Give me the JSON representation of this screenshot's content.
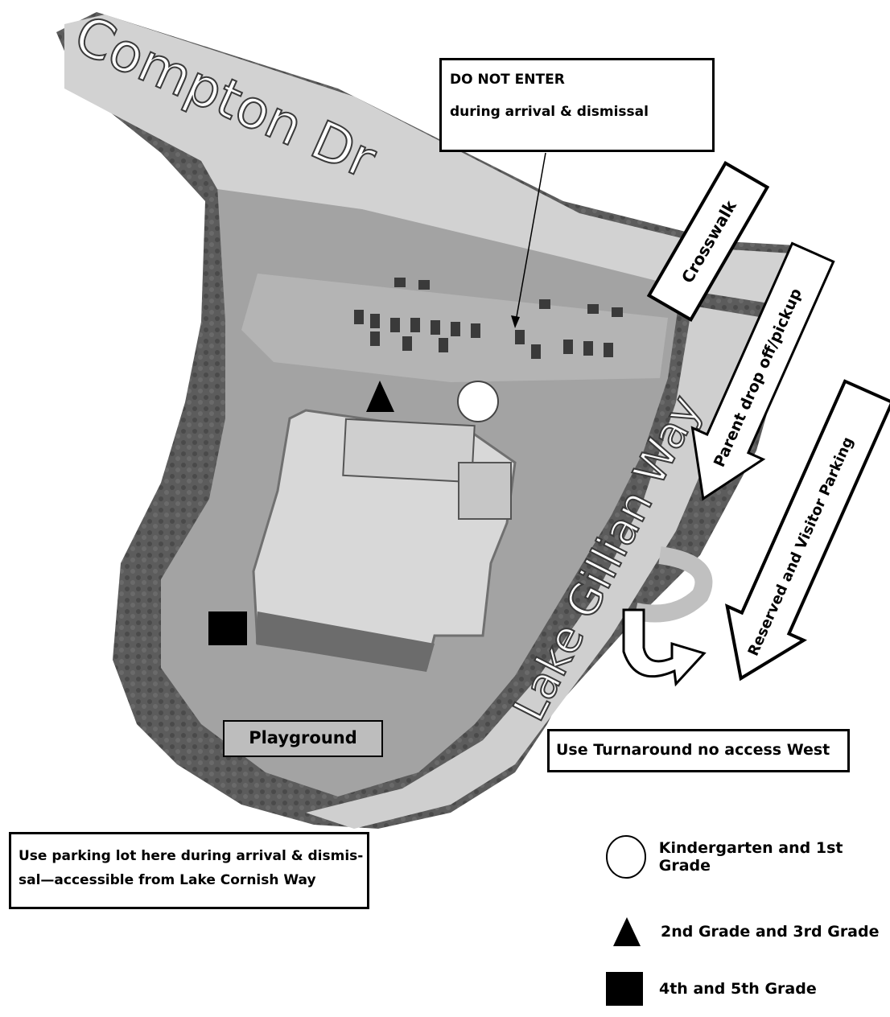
{
  "map": {
    "streets": {
      "compton": "Compton Dr",
      "lake_gillian": "Lake Gillian Way"
    },
    "callouts": {
      "do_not_enter_line1": "DO NOT ENTER",
      "do_not_enter_line2": "during arrival & dismissal",
      "crosswalk": "Crosswalk",
      "parent_dropoff": "Parent drop off/pickup",
      "reserved_parking": "Reserved and Visitor Parking",
      "turnaround": "Use Turnaround no access West",
      "playground": "Playground",
      "parking_lot_note_line1": "Use parking lot here during arrival & dismis-",
      "parking_lot_note_line2": "sal—accessible from Lake Cornish Way"
    },
    "legend": [
      {
        "symbol": "circle",
        "label": "Kindergarten and 1st Grade"
      },
      {
        "symbol": "triangle",
        "label": "2nd Grade and 3rd Grade"
      },
      {
        "symbol": "square",
        "label": "4th and 5th Grade"
      }
    ]
  },
  "colors": {
    "aerial_ground": "#9a9a9a",
    "road": "#c8c8c8",
    "building_roof": "#d6d6d6",
    "vegetation": "#555555",
    "ink": "#000000"
  }
}
